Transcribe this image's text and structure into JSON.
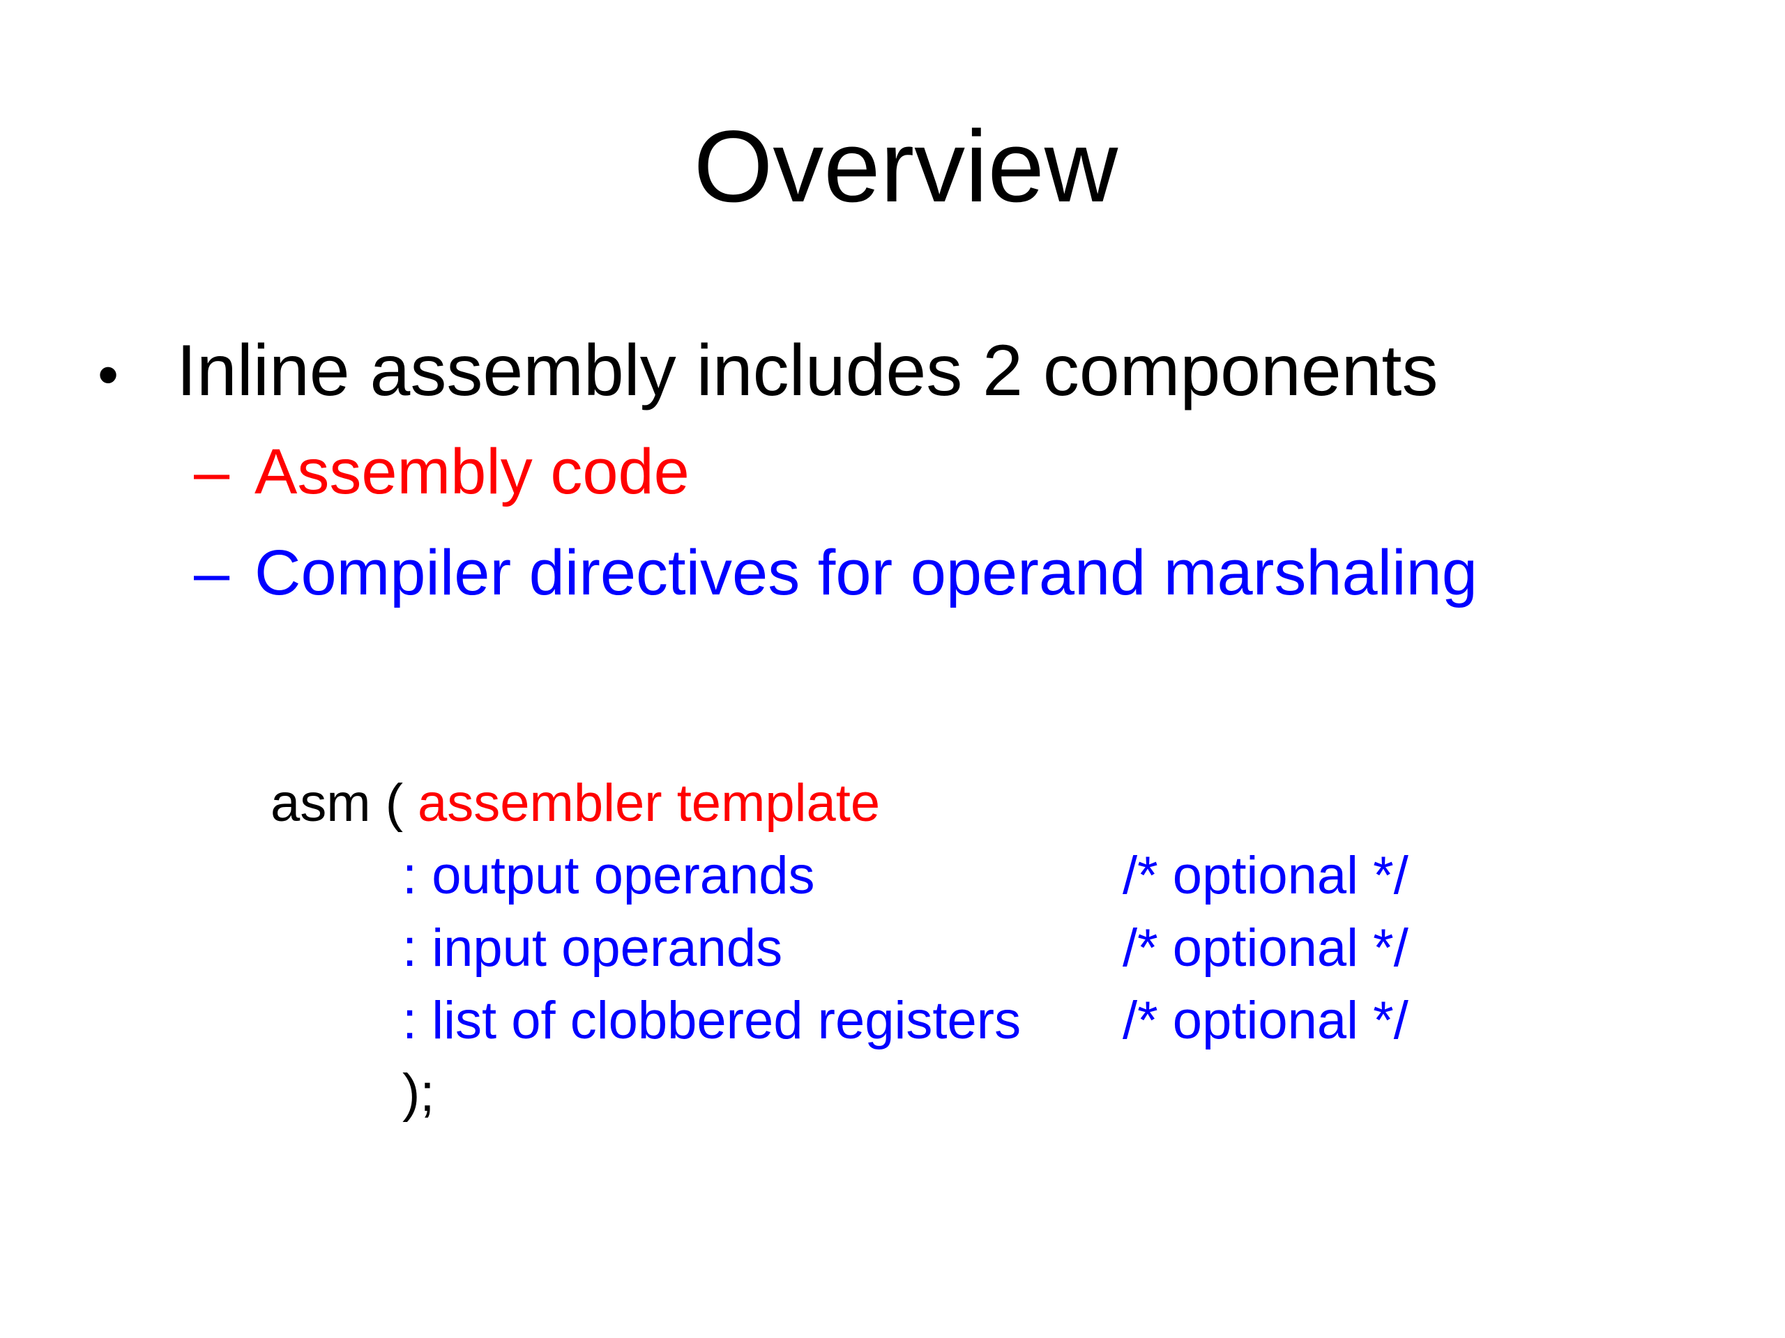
{
  "slide": {
    "title": "Overview",
    "bullet": {
      "marker": "•",
      "text": "Inline assembly includes 2 components"
    },
    "sub_bullets": [
      {
        "marker": "–",
        "text": "Assembly code",
        "color": "#ff0000"
      },
      {
        "marker": "–",
        "text": "Compiler directives for operand marshaling",
        "color": "#0000ff"
      }
    ],
    "code": {
      "keyword": "asm (",
      "template": "assembler template",
      "params": [
        {
          "text": ": output operands",
          "comment": "/* optional */"
        },
        {
          "text": ": input operands",
          "comment": "/* optional */"
        },
        {
          "text": ": list of clobbered registers",
          "comment": "/* optional */"
        }
      ],
      "closing": ");"
    },
    "colors": {
      "title_text": "#000000",
      "body_text": "#000000",
      "assembly_red": "#ff0000",
      "directive_blue": "#0000ff",
      "background": "#ffffff"
    }
  }
}
